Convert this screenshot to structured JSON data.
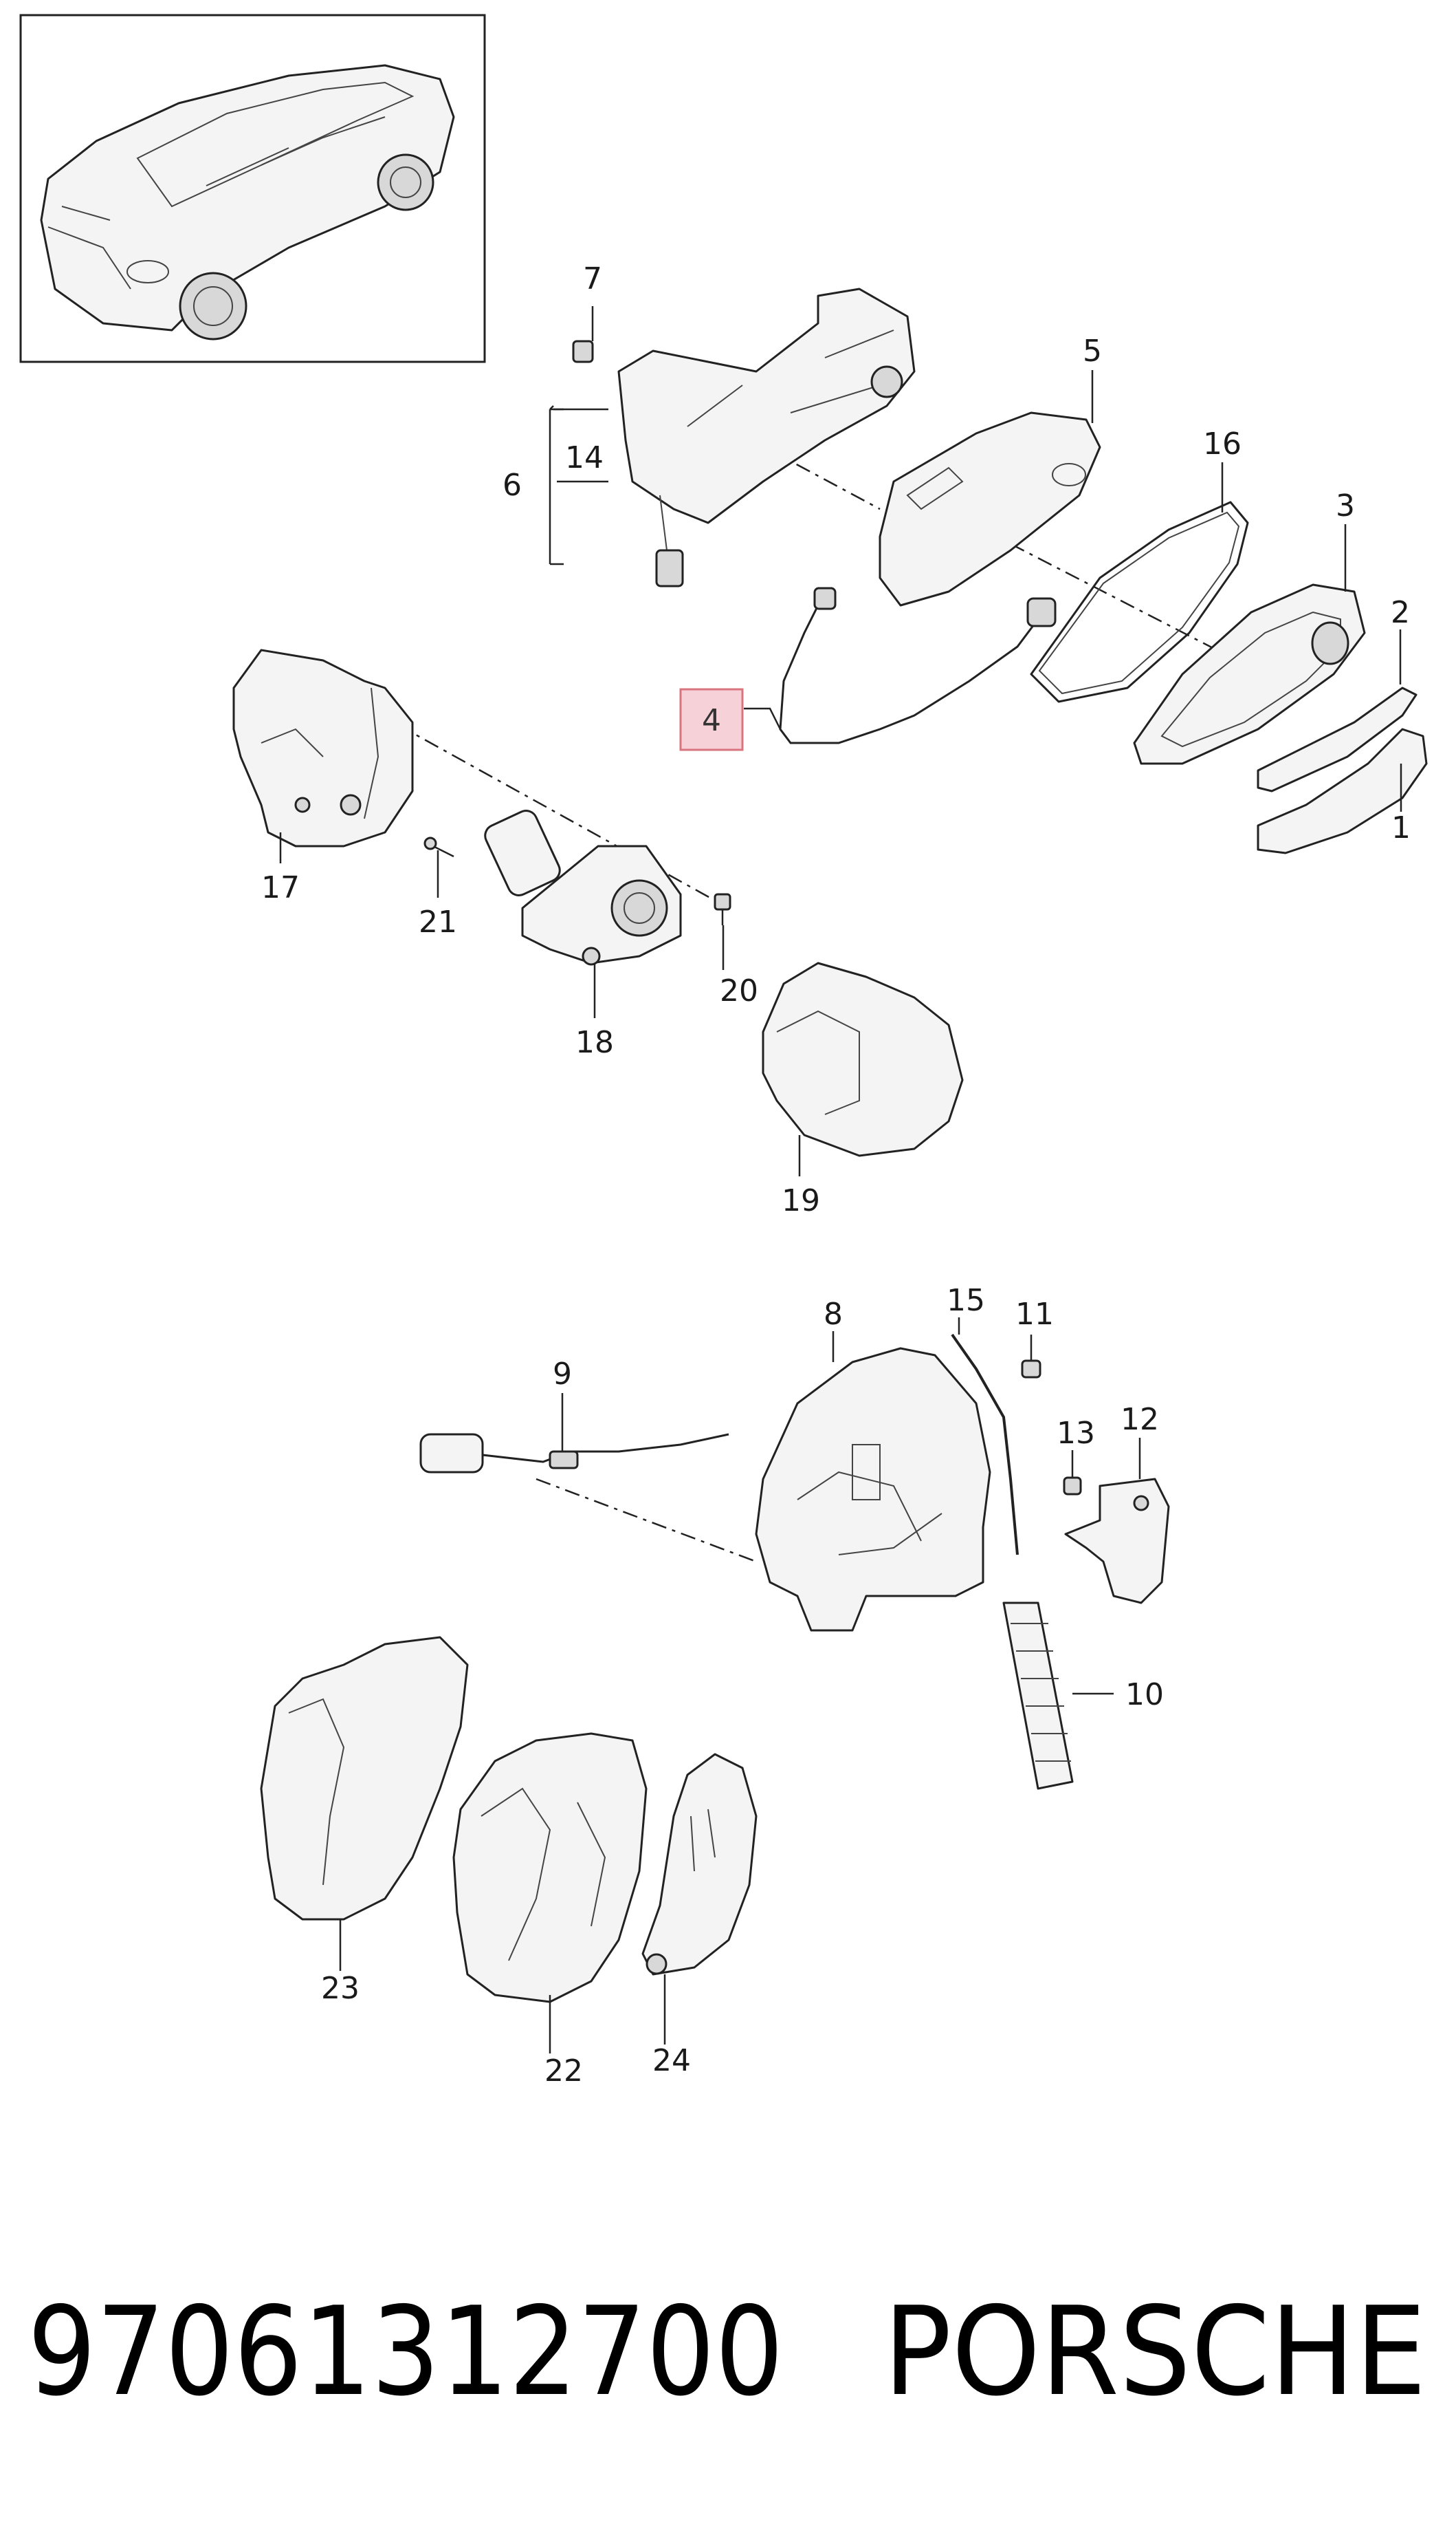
{
  "callouts": {
    "c1": "1",
    "c2": "2",
    "c3": "3",
    "c4": "4",
    "c5": "5",
    "c6": "6",
    "c7": "7",
    "c8": "8",
    "c9": "9",
    "c10": "10",
    "c11": "11",
    "c12": "12",
    "c13": "13",
    "c14": "14",
    "c15": "15",
    "c16": "16",
    "c17": "17",
    "c18": "18",
    "c19": "19",
    "c20": "20",
    "c21": "21",
    "c22": "22",
    "c23": "23",
    "c24": "24"
  },
  "highlight": {
    "callout": "4",
    "color": "#f6d2d8",
    "border": "#d9747f"
  },
  "caption": {
    "part_number": "97061312700",
    "brand": "PORSCHE"
  }
}
